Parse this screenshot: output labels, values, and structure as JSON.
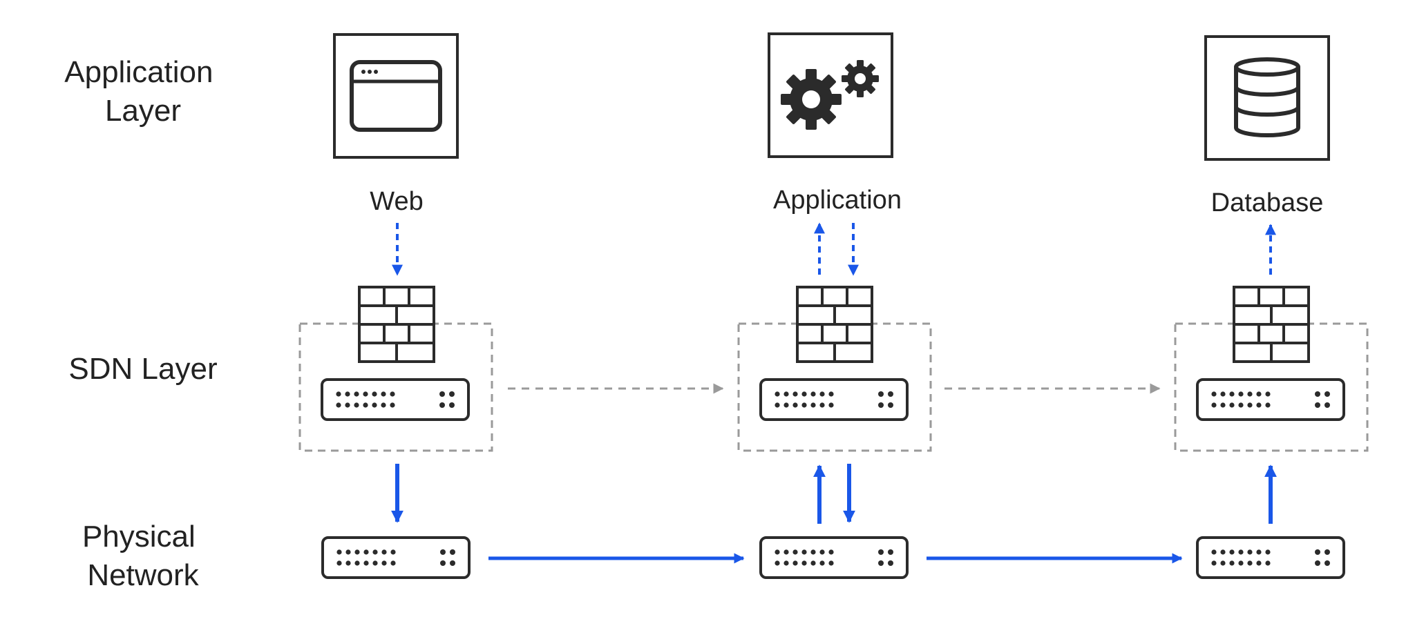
{
  "layers": {
    "application": [
      "Application",
      "Layer"
    ],
    "sdn": "SDN Layer",
    "physical": [
      "Physical",
      "Network"
    ]
  },
  "tiers": [
    {
      "label": "Web",
      "icon": "browser-window-icon"
    },
    {
      "label": "Application",
      "icon": "gears-icon"
    },
    {
      "label": "Database",
      "icon": "database-icon"
    }
  ],
  "icons": {
    "firewall": "firewall-icon",
    "switch": "switch-icon"
  },
  "colors": {
    "flow": "#1a57e8",
    "virtual_flow": "#9a9a9a",
    "outline": "#2b2b2b"
  }
}
